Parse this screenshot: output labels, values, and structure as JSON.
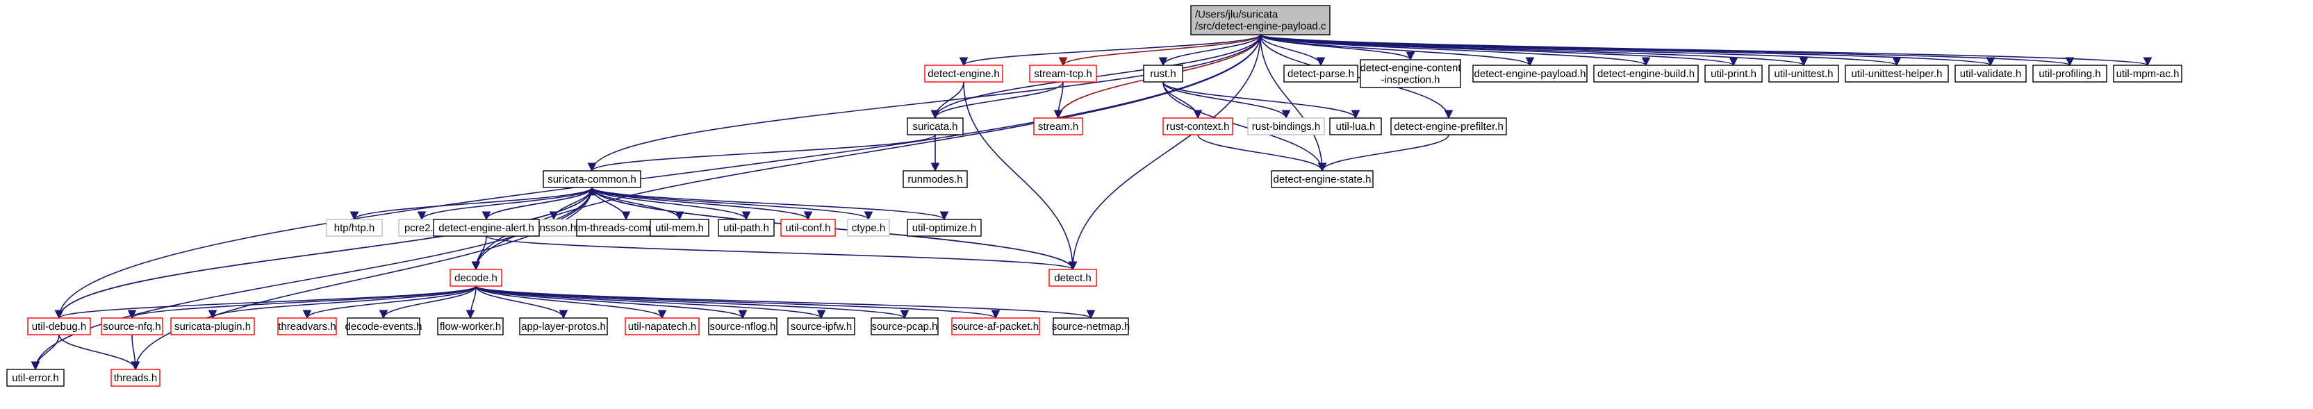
{
  "colors": {
    "edge": "#191970",
    "edge_alt": "#8b1a1a",
    "border_normal": "#000000",
    "border_red": "#ff0000",
    "border_gray": "#bfbfbf",
    "root_fill": "#bfbfbf",
    "node_fill": "#ffffff"
  },
  "nodes": {
    "root": {
      "lines": [
        "/Users/jlu/suricata",
        "/src/detect-engine-payload.c"
      ],
      "style": "root"
    },
    "detect_engine_h": {
      "lines": [
        "detect-engine.h"
      ],
      "style": "red"
    },
    "stream_tcp_h": {
      "lines": [
        "stream-tcp.h"
      ],
      "style": "red"
    },
    "rust_h": {
      "lines": [
        "rust.h"
      ],
      "style": "normal"
    },
    "detect_parse_h": {
      "lines": [
        "detect-parse.h"
      ],
      "style": "normal"
    },
    "detect_engine_content_inspection_h": {
      "lines": [
        "detect-engine-content",
        "-inspection.h"
      ],
      "style": "normal"
    },
    "detect_engine_payload_h": {
      "lines": [
        "detect-engine-payload.h"
      ],
      "style": "normal"
    },
    "detect_engine_build_h": {
      "lines": [
        "detect-engine-build.h"
      ],
      "style": "normal"
    },
    "util_print_h": {
      "lines": [
        "util-print.h"
      ],
      "style": "normal"
    },
    "util_unittest_h": {
      "lines": [
        "util-unittest.h"
      ],
      "style": "normal"
    },
    "util_unittest_helper_h": {
      "lines": [
        "util-unittest-helper.h"
      ],
      "style": "normal"
    },
    "util_validate_h": {
      "lines": [
        "util-validate.h"
      ],
      "style": "normal"
    },
    "util_profiling_h": {
      "lines": [
        "util-profiling.h"
      ],
      "style": "normal"
    },
    "util_mpm_ac_h": {
      "lines": [
        "util-mpm-ac.h"
      ],
      "style": "normal"
    },
    "suricata_h": {
      "lines": [
        "suricata.h"
      ],
      "style": "normal"
    },
    "stream_h": {
      "lines": [
        "stream.h"
      ],
      "style": "red"
    },
    "rust_context_h": {
      "lines": [
        "rust-context.h"
      ],
      "style": "red"
    },
    "rust_bindings_h": {
      "lines": [
        "rust-bindings.h"
      ],
      "style": "gray"
    },
    "util_lua_h": {
      "lines": [
        "util-lua.h"
      ],
      "style": "normal"
    },
    "detect_engine_prefilter_h": {
      "lines": [
        "detect-engine-prefilter.h"
      ],
      "style": "normal"
    },
    "runmodes_h": {
      "lines": [
        "runmodes.h"
      ],
      "style": "normal"
    },
    "detect_engine_state_h": {
      "lines": [
        "detect-engine-state.h"
      ],
      "style": "normal"
    },
    "suricata_common_h": {
      "lines": [
        "suricata-common.h"
      ],
      "style": "normal"
    },
    "htp_htp_h": {
      "lines": [
        "htp/htp.h"
      ],
      "style": "gray"
    },
    "pcre2_h": {
      "lines": [
        "pcre2.h"
      ],
      "style": "gray"
    },
    "jansson_h": {
      "lines": [
        "jansson.h"
      ],
      "style": "gray"
    },
    "detect_engine_alert_h": {
      "lines": [
        "detect-engine-alert.h"
      ],
      "style": "normal"
    },
    "tm_threads_common_h": {
      "lines": [
        "tm-threads-common.h"
      ],
      "style": "normal"
    },
    "util_mem_h": {
      "lines": [
        "util-mem.h"
      ],
      "style": "normal"
    },
    "util_path_h": {
      "lines": [
        "util-path.h"
      ],
      "style": "normal"
    },
    "util_conf_h": {
      "lines": [
        "util-conf.h"
      ],
      "style": "red"
    },
    "ctype_h": {
      "lines": [
        "ctype.h"
      ],
      "style": "gray"
    },
    "util_optimize_h": {
      "lines": [
        "util-optimize.h"
      ],
      "style": "normal"
    },
    "detect_h": {
      "lines": [
        "detect.h"
      ],
      "style": "red"
    },
    "decode_h": {
      "lines": [
        "decode.h"
      ],
      "style": "red"
    },
    "util_debug_h": {
      "lines": [
        "util-debug.h"
      ],
      "style": "red"
    },
    "source_nfq_h": {
      "lines": [
        "source-nfq.h"
      ],
      "style": "red"
    },
    "suricata_plugin_h": {
      "lines": [
        "suricata-plugin.h"
      ],
      "style": "red"
    },
    "threadvars_h": {
      "lines": [
        "threadvars.h"
      ],
      "style": "red"
    },
    "decode_events_h": {
      "lines": [
        "decode-events.h"
      ],
      "style": "normal"
    },
    "flow_worker_h": {
      "lines": [
        "flow-worker.h"
      ],
      "style": "normal"
    },
    "app_layer_protos_h": {
      "lines": [
        "app-layer-protos.h"
      ],
      "style": "normal"
    },
    "util_napatech_h": {
      "lines": [
        "util-napatech.h"
      ],
      "style": "red"
    },
    "source_nflog_h": {
      "lines": [
        "source-nflog.h"
      ],
      "style": "normal"
    },
    "source_ipfw_h": {
      "lines": [
        "source-ipfw.h"
      ],
      "style": "normal"
    },
    "source_pcap_h": {
      "lines": [
        "source-pcap.h"
      ],
      "style": "normal"
    },
    "source_af_packet_h": {
      "lines": [
        "source-af-packet.h"
      ],
      "style": "red"
    },
    "source_netmap_h": {
      "lines": [
        "source-netmap.h"
      ],
      "style": "normal"
    },
    "util_error_h": {
      "lines": [
        "util-error.h"
      ],
      "style": "normal"
    },
    "threads_h": {
      "lines": [
        "threads.h"
      ],
      "style": "red"
    }
  },
  "edges": [
    [
      "root",
      "detect_engine_h"
    ],
    [
      "root",
      "stream_tcp_h"
    ],
    [
      "root",
      "rust_h"
    ],
    [
      "root",
      "detect_parse_h"
    ],
    [
      "root",
      "detect_engine_content_inspection_h"
    ],
    [
      "root",
      "detect_engine_payload_h"
    ],
    [
      "root",
      "detect_engine_build_h"
    ],
    [
      "root",
      "util_print_h"
    ],
    [
      "root",
      "util_unittest_h"
    ],
    [
      "root",
      "util_unittest_helper_h"
    ],
    [
      "root",
      "util_validate_h"
    ],
    [
      "root",
      "util_profiling_h"
    ],
    [
      "root",
      "util_mpm_ac_h"
    ],
    [
      "root",
      "suricata_h"
    ],
    [
      "root",
      "stream_h"
    ],
    [
      "root",
      "detect_h"
    ],
    [
      "root",
      "suricata_common_h"
    ],
    [
      "root",
      "util_debug_h"
    ],
    [
      "root",
      "decode_h"
    ],
    [
      "root",
      "detect_engine_state_h"
    ],
    [
      "root",
      "detect_engine_prefilter_h"
    ],
    [
      "detect_engine_h",
      "suricata_h"
    ],
    [
      "detect_engine_h",
      "detect_h"
    ],
    [
      "stream_tcp_h",
      "suricata_h"
    ],
    [
      "stream_tcp_h",
      "stream_h"
    ],
    [
      "rust_h",
      "rust_context_h"
    ],
    [
      "rust_h",
      "rust_bindings_h"
    ],
    [
      "rust_h",
      "util_lua_h"
    ],
    [
      "rust_h",
      "detect_engine_state_h"
    ],
    [
      "suricata_h",
      "suricata_common_h"
    ],
    [
      "suricata_h",
      "runmodes_h"
    ],
    [
      "detect_engine_prefilter_h",
      "detect_engine_state_h"
    ],
    [
      "rust_context_h",
      "detect_engine_state_h"
    ],
    [
      "suricata_common_h",
      "htp_htp_h"
    ],
    [
      "suricata_common_h",
      "pcre2_h"
    ],
    [
      "suricata_common_h",
      "jansson_h"
    ],
    [
      "suricata_common_h",
      "detect_engine_alert_h"
    ],
    [
      "suricata_common_h",
      "tm_threads_common_h"
    ],
    [
      "suricata_common_h",
      "util_mem_h"
    ],
    [
      "suricata_common_h",
      "util_path_h"
    ],
    [
      "suricata_common_h",
      "util_conf_h"
    ],
    [
      "suricata_common_h",
      "ctype_h"
    ],
    [
      "suricata_common_h",
      "util_optimize_h"
    ],
    [
      "suricata_common_h",
      "detect_h"
    ],
    [
      "suricata_common_h",
      "decode_h"
    ],
    [
      "suricata_common_h",
      "util_debug_h"
    ],
    [
      "suricata_common_h",
      "util_error_h"
    ],
    [
      "suricata_common_h",
      "threads_h"
    ],
    [
      "detect_engine_alert_h",
      "suricata_common_h"
    ],
    [
      "detect_engine_alert_h",
      "decode_h"
    ],
    [
      "detect_engine_alert_h",
      "detect_h"
    ],
    [
      "util_debug_h",
      "suricata_common_h"
    ],
    [
      "util_debug_h",
      "util_error_h"
    ],
    [
      "util_debug_h",
      "threads_h"
    ],
    [
      "decode_h",
      "util_debug_h"
    ],
    [
      "decode_h",
      "source_nfq_h"
    ],
    [
      "decode_h",
      "suricata_plugin_h"
    ],
    [
      "decode_h",
      "threadvars_h"
    ],
    [
      "decode_h",
      "decode_events_h"
    ],
    [
      "decode_h",
      "flow_worker_h"
    ],
    [
      "decode_h",
      "app_layer_protos_h"
    ],
    [
      "decode_h",
      "util_napatech_h"
    ],
    [
      "decode_h",
      "source_nflog_h"
    ],
    [
      "decode_h",
      "source_ipfw_h"
    ],
    [
      "decode_h",
      "source_pcap_h"
    ],
    [
      "decode_h",
      "source_af_packet_h"
    ],
    [
      "decode_h",
      "source_netmap_h"
    ],
    [
      "source_nfq_h",
      "threads_h"
    ],
    [
      "detect_h",
      "suricata_common_h"
    ]
  ]
}
